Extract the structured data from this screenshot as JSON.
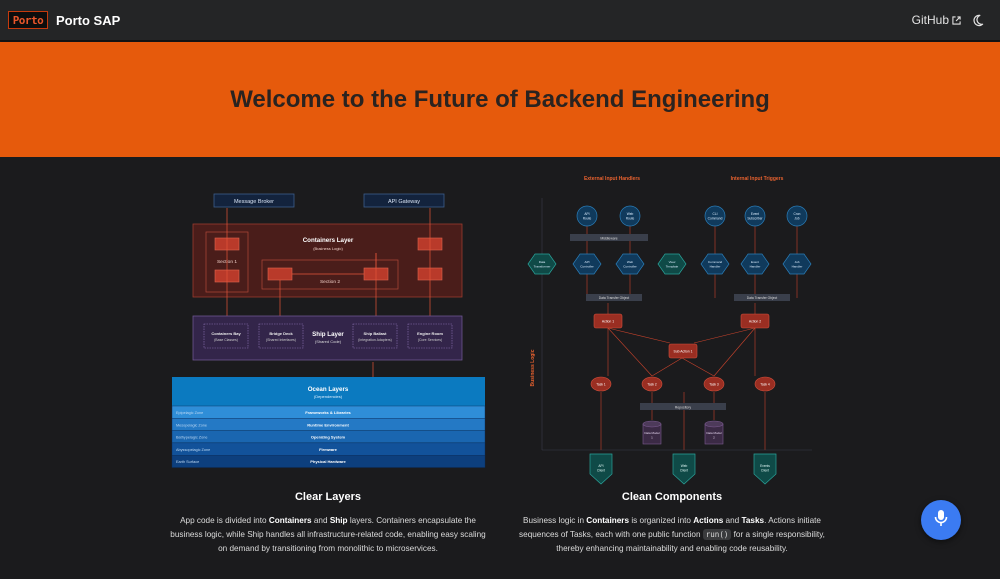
{
  "navbar": {
    "logo_text": "Porto",
    "brand": "Porto SAP",
    "github_label": "GitHub",
    "icons": {
      "external": "external-link-icon",
      "theme": "moon-icon"
    }
  },
  "hero": {
    "title": "Welcome to the Future of Backend Engineering"
  },
  "features": {
    "left": {
      "title": "Clear Layers",
      "desc": {
        "p1": "App code is divided into ",
        "containers": "Containers",
        "p2": " and ",
        "ship": "Ship",
        "p3": " layers. Containers encapsulate the business logic, while Ship handles all infrastructure-related code, enabling easy scaling on demand by transitioning from monolithic to microservices."
      },
      "diagram": {
        "message_broker": "Message Broker",
        "api_gateway": "API Gateway",
        "containers_layer": "Containers Layer",
        "containers_sub": "(Business Logic)",
        "section1": "Section 1",
        "section2": "Section 2",
        "ship_layer": "Ship Layer",
        "ship_sub": "(Shared Code)",
        "containers_bay": "Containers Bay",
        "containers_bay_sub": "(Base Classes)",
        "bridge_deck": "Bridge Deck",
        "bridge_deck_sub": "(Shared Interfaces)",
        "ship_ballast": "Ship Ballast",
        "ship_ballast_sub": "(Integration Adapters)",
        "engine_room": "Engine Room",
        "engine_room_sub": "(Core Services)",
        "ocean_layers": "Ocean Layers",
        "ocean_sub": "(Dependencies)",
        "zones": [
          {
            "zone": "Epipelagic Zone",
            "label": "Frameworks & Libraries"
          },
          {
            "zone": "Mesopelagic Zone",
            "label": "Runtime Environment"
          },
          {
            "zone": "Bathypelagic Zone",
            "label": "Operating System"
          },
          {
            "zone": "Abyssopelagic Zone",
            "label": "Firmware"
          },
          {
            "zone": "Earth Surface",
            "label": "Physical Hardware"
          }
        ]
      }
    },
    "right": {
      "title": "Clean Components",
      "desc": {
        "p1": "Business logic in ",
        "containers": "Containers",
        "p2": " is organized into ",
        "actions": "Actions",
        "p3": " and ",
        "tasks": "Tasks",
        "p4": ". Actions initiate sequences of Tasks, each with one public function ",
        "code": "run()",
        "p5": " for a single responsibility, thereby enhancing maintainability and enabling code reusability."
      },
      "diagram": {
        "external_title": "External Input Handlers",
        "internal_title": "Internal Input Triggers",
        "business_logic": "Business Logic",
        "middleware": "Middleware",
        "dto": "Data Transfer Object",
        "sub_action": "Sub Action 1",
        "repository": "Repository",
        "top_circles": [
          "API Route",
          "Web Route",
          "CLI Command",
          "Event Subscriber",
          "Cron Job"
        ],
        "hex_nodes": [
          "Data Transformer",
          "API Controller",
          "Web Controller",
          "View Template",
          "Command Handler",
          "Event Handler",
          "Job Handler"
        ],
        "actions": [
          "Action 1",
          "Action 2"
        ],
        "tasks": [
          "Task 1",
          "Task 2",
          "Task 3",
          "Task 4"
        ],
        "models": [
          "Data Model 1",
          "Data Model 2"
        ],
        "clients": [
          "API Client",
          "Web Client",
          "Events Client"
        ]
      }
    }
  },
  "mic_icon": "microphone-icon"
}
